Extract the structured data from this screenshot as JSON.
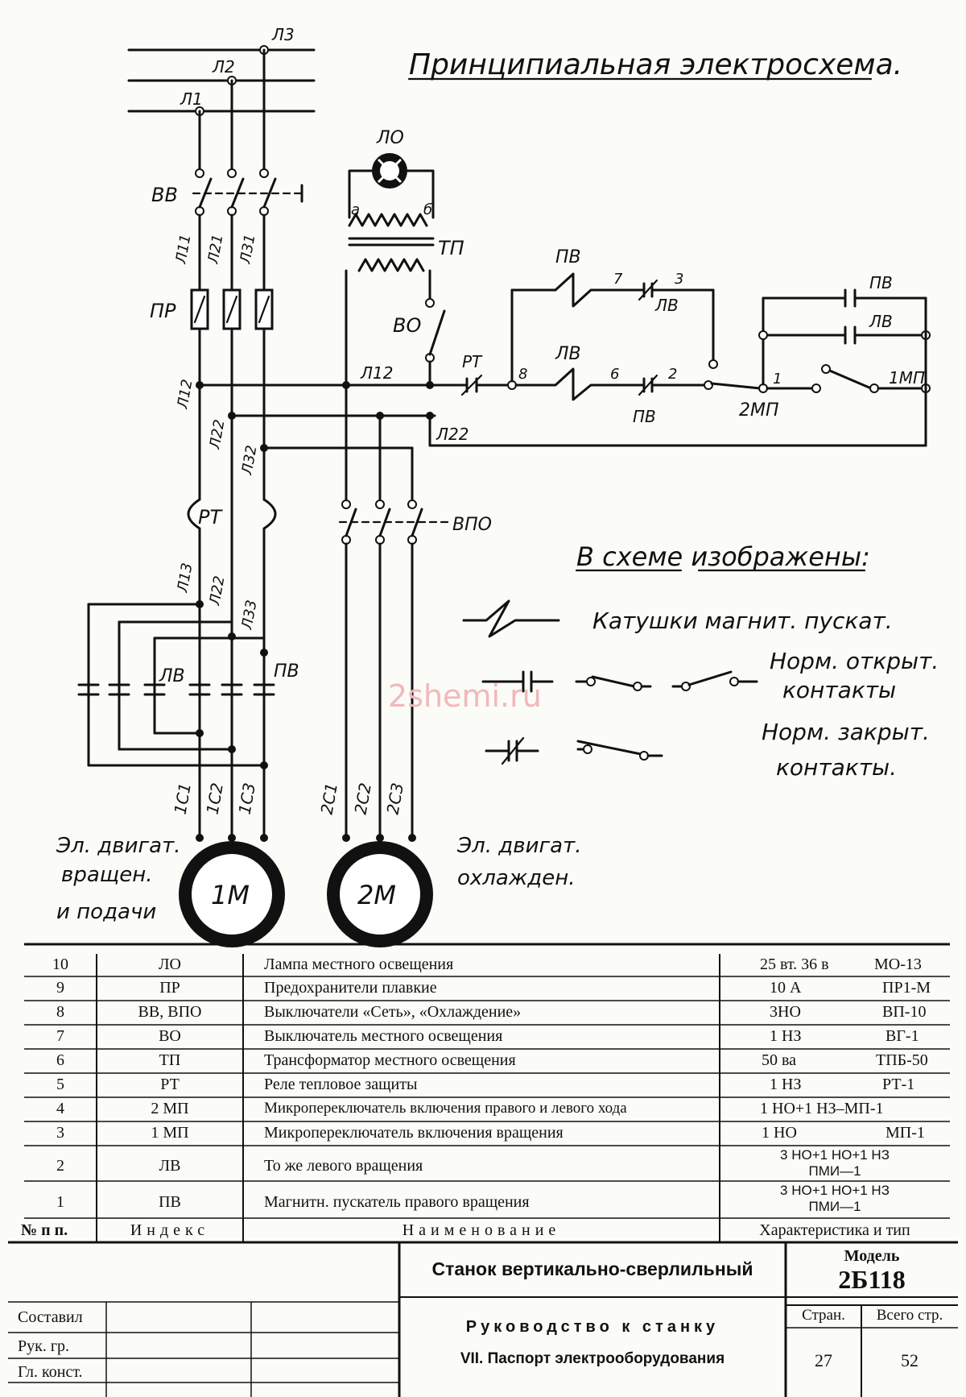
{
  "diagram": {
    "title": "Принципиальная электросхема.",
    "lines": [
      "Л1",
      "Л2",
      "Л3"
    ],
    "switch_label": "ВВ",
    "wire_labels_top": [
      "Л11",
      "Л21",
      "Л31"
    ],
    "fuse_label": "ПР",
    "wire_labels_mid": [
      "Л12",
      "Л22",
      "Л32"
    ],
    "relay_label": "РТ",
    "wire_labels_low": [
      "Л13",
      "Л22",
      "Л33"
    ],
    "contactor_labels": [
      "ЛВ",
      "ПВ"
    ],
    "motor1_terminals": [
      "1C1",
      "1C2",
      "1C3"
    ],
    "motor2_terminals": [
      "2C1",
      "2C2",
      "2C3"
    ],
    "motor1_label": "1M",
    "motor2_label": "2M",
    "motor1_caption": [
      "Эл. двигат.",
      "вращен.",
      "и подачи"
    ],
    "motor2_caption": [
      "Эл. двигат.",
      "охлажден."
    ],
    "lamp_label": "ЛО",
    "transformer_label": "ТП",
    "transformer_taps": [
      "а",
      "б"
    ],
    "lamp_switch_label": "ВО",
    "coolant_switch_label": "ВПО",
    "control": {
      "coil_top": "ПВ",
      "coil_bottom": "ЛВ",
      "node_7": "7",
      "node_3": "3",
      "node_8": "8",
      "node_6": "6",
      "node_2": "2",
      "node_1": "1",
      "contact_lv": "ЛВ",
      "contact_pv": "ПВ",
      "holding_pv": "ПВ",
      "holding_lv": "ЛВ",
      "rt_contact": "РТ",
      "wire_l12": "Л12",
      "wire_l22": "Л22",
      "switch_2mp": "2МП",
      "switch_1mp": "1МП"
    },
    "legend": {
      "heading": "В схеме изображены:",
      "coils": "Катушки магнит. пускат.",
      "no_contacts_1": "Норм. открыт.",
      "no_contacts_2": "контакты",
      "nc_contacts_1": "Норм. закрыт.",
      "nc_contacts_2": "контакты."
    }
  },
  "watermark": "2shemi.ru",
  "spec_table": {
    "headers": [
      "№ п п.",
      "Индекс",
      "Наименование",
      "Характеристика и тип"
    ],
    "rows": [
      {
        "no": "10",
        "index": "ЛО",
        "name": "Лампа местного освещения",
        "char": "25 вт. 36 в",
        "type": "МО-13"
      },
      {
        "no": "9",
        "index": "ПР",
        "name": "Предохранители плавкие",
        "char": "10 А",
        "type": "ПР1-М"
      },
      {
        "no": "8",
        "index": "ВВ, ВПО",
        "name": "Выключатели «Сеть», «Охлаждение»",
        "char": "3НО",
        "type": "ВП-10"
      },
      {
        "no": "7",
        "index": "ВО",
        "name": "Выключатель местного освещения",
        "char": "1 НЗ",
        "type": "ВГ-1"
      },
      {
        "no": "6",
        "index": "ТП",
        "name": "Трансформатор местного освещения",
        "char": "50 ва",
        "type": "ТПБ-50"
      },
      {
        "no": "5",
        "index": "РТ",
        "name": "Реле тепловое защиты",
        "char": "1 НЗ",
        "type": "РТ-1"
      },
      {
        "no": "4",
        "index": "2 МП",
        "name": "Микропереключатель включения правого и левого хода",
        "char": "1 НО+1 НЗ–МП-1",
        "type": ""
      },
      {
        "no": "3",
        "index": "1 МП",
        "name": "Микропереключатель включения вращения",
        "char": "1 НО",
        "type": "МП-1"
      },
      {
        "no": "2",
        "index": "ЛВ",
        "name": "То же левого вращения",
        "char": "3 НО+1 НО+1 НЗ",
        "type": "ПМИ—1"
      },
      {
        "no": "1",
        "index": "ПВ",
        "name": "Магнитн. пускатель правого вращения",
        "char": "3 НО+1 НО+1 НЗ",
        "type": "ПМИ—1"
      }
    ]
  },
  "title_block": {
    "machine": "Станок вертикально-сверлильный",
    "model_label": "Модель",
    "model": "2Б118",
    "manual": "Руководство к станку",
    "section": "VII. Паспорт электрооборудования",
    "page_label": "Стран.",
    "total_label": "Всего стр.",
    "page": "27",
    "total": "52",
    "roles": [
      "Составил",
      "Рук. гр.",
      "Гл. конст."
    ]
  }
}
